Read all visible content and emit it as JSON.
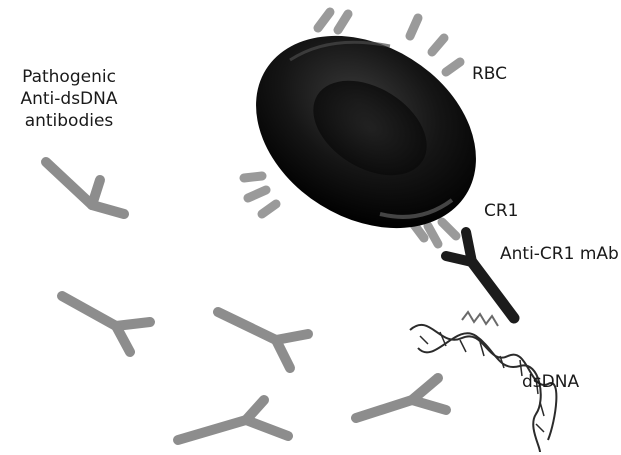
{
  "labels": {
    "pathogenic_line1": "Pathogenic",
    "pathogenic_line2": "Anti-dsDNA",
    "pathogenic_line3": "antibodies",
    "rbc": "RBC",
    "cr1": "CR1",
    "anti_cr1": "Anti-CR1 mAb",
    "dsdna": "dsDNA"
  },
  "colors": {
    "rbc": "#111111",
    "antibody": "#8a8a8a",
    "mab": "#1c1c1c",
    "dna": "#333333"
  }
}
